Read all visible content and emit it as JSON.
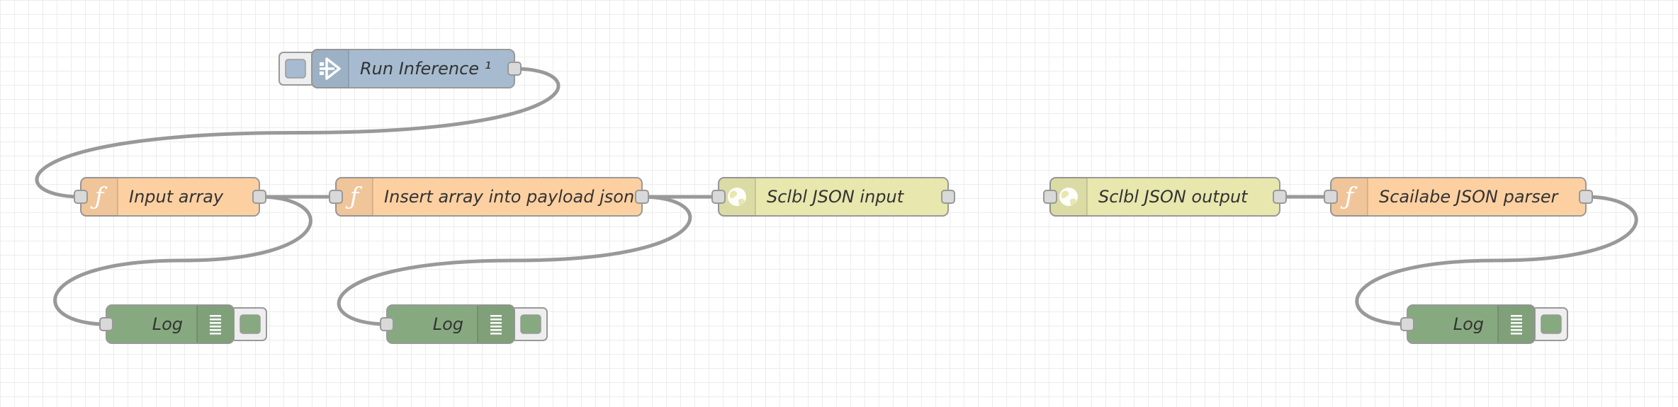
{
  "colors": {
    "inject": "#a6bbcf",
    "function": "#fdd0a2",
    "http": "#e7e7ae",
    "debug": "#87a980",
    "selected_outline": "#ff7f0e",
    "wire": "#999999",
    "grid": "#ececec"
  },
  "nodes": [
    {
      "id": "run-inference",
      "type": "inject",
      "label": "Run Inference ¹",
      "icon": "arrow-right-icon",
      "selected": true
    },
    {
      "id": "input-array",
      "type": "function",
      "label": "Input array",
      "icon": "function-icon"
    },
    {
      "id": "insert-array",
      "type": "function",
      "label": "Insert array into payload json",
      "icon": "function-icon"
    },
    {
      "id": "sclbl-json-input",
      "type": "http request",
      "label": "Sclbl JSON input",
      "icon": "globe-icon"
    },
    {
      "id": "sclbl-json-output",
      "type": "http request",
      "label": "Sclbl JSON output",
      "icon": "globe-icon"
    },
    {
      "id": "scailabe-json-parser",
      "type": "function",
      "label": "Scailabe JSON parser",
      "icon": "function-icon"
    },
    {
      "id": "log-1",
      "type": "debug",
      "label": "Log",
      "icon": "list-icon"
    },
    {
      "id": "log-2",
      "type": "debug",
      "label": "Log",
      "icon": "list-icon"
    },
    {
      "id": "log-3",
      "type": "debug",
      "label": "Log",
      "icon": "list-icon"
    }
  ],
  "wires": [
    {
      "from": "run-inference",
      "to": "input-array"
    },
    {
      "from": "input-array",
      "to": "insert-array"
    },
    {
      "from": "input-array",
      "to": "log-1"
    },
    {
      "from": "insert-array",
      "to": "sclbl-json-input"
    },
    {
      "from": "insert-array",
      "to": "log-2"
    },
    {
      "from": "sclbl-json-output",
      "to": "scailabe-json-parser"
    },
    {
      "from": "scailabe-json-parser",
      "to": "log-3"
    }
  ]
}
